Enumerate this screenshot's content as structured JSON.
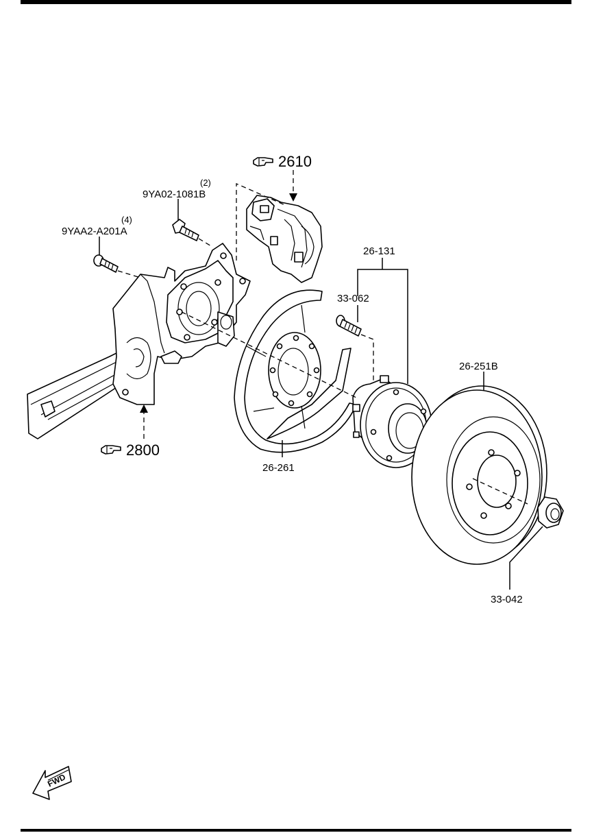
{
  "diagram": {
    "callouts": {
      "bolt_upper_qty": "(2)",
      "bolt_upper_part": "9YA02-1081B",
      "bolt_lower_qty": "(4)",
      "bolt_lower_part": "9YAA2-A201A",
      "hub_assembly": "26-131",
      "hub_bolt": "33-062",
      "dust_shield": "26-261",
      "brake_disc": "26-251B",
      "lock_nut": "33-042"
    },
    "references": {
      "caliper_ref": "2610",
      "knuckle_ref": "2800"
    },
    "orientation": {
      "label": "FWD"
    }
  }
}
